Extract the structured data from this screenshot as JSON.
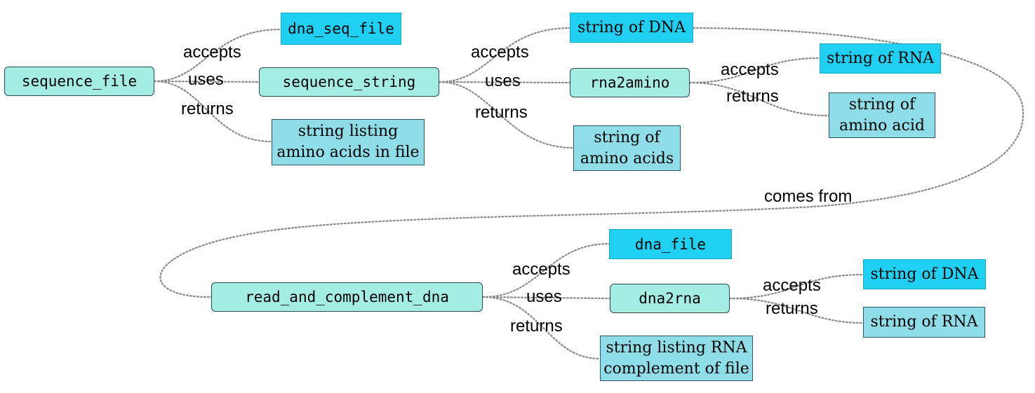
{
  "nodes": {
    "sequence_file": "sequence_file",
    "dna_seq_file": "dna_seq_file",
    "sequence_string": "sequence_string",
    "string_listing_amino_l1": "string listing",
    "string_listing_amino_l2": "amino acids in file",
    "string_of_dna_top": "string of DNA",
    "rna2amino": "rna2amino",
    "string_of_amino_acids_l1": "string of",
    "string_of_amino_acids_l2": "amino acids",
    "string_of_rna_top": "string of RNA",
    "string_of_amino_acid_l1": "string of",
    "string_of_amino_acid_l2": "amino acid",
    "read_and_complement_dna": "read_and_complement_dna",
    "dna_file": "dna_file",
    "dna2rna": "dna2rna",
    "string_listing_rna_l1": "string listing RNA",
    "string_listing_rna_l2": "complement of file",
    "string_of_dna_bottom": "string of DNA",
    "string_of_rna_bottom": "string of RNA"
  },
  "labels": {
    "accepts_1": "accepts",
    "uses_1": "uses",
    "returns_1": "returns",
    "accepts_2": "accepts",
    "uses_2": "uses",
    "returns_2": "returns",
    "accepts_3": "accepts",
    "returns_3": "returns",
    "comes_from": "comes from",
    "accepts_4": "accepts",
    "uses_4": "uses",
    "returns_4": "returns",
    "accepts_5": "accepts",
    "returns_5": "returns"
  },
  "colors": {
    "function_node": "#a3ede3",
    "argument_node": "#1fd0f2",
    "return_node": "#8fdde9",
    "edge": "#8a8a8a"
  }
}
